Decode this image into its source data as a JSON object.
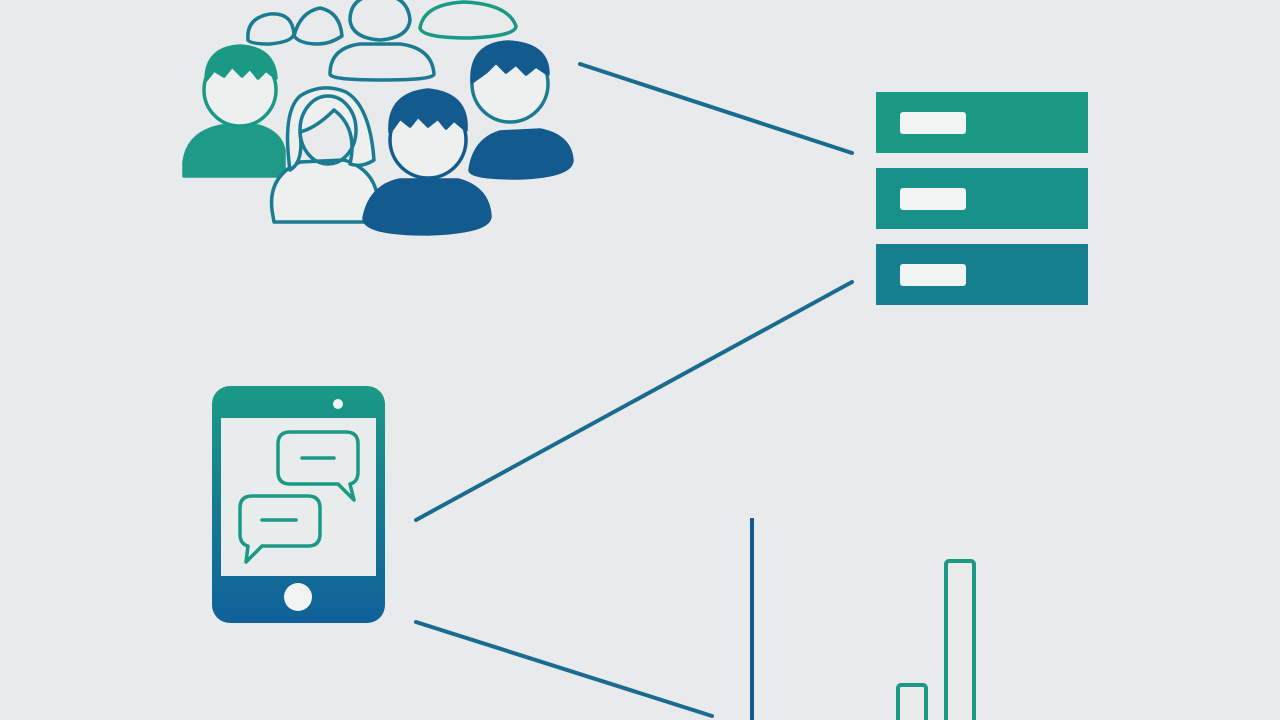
{
  "diagram": {
    "nodes": [
      {
        "id": "people",
        "icon": "people-group-icon"
      },
      {
        "id": "server",
        "icon": "server-stack-icon"
      },
      {
        "id": "phone",
        "icon": "smartphone-chat-icon"
      },
      {
        "id": "chart",
        "icon": "bar-chart-icon"
      }
    ],
    "edges": [
      {
        "from": "people",
        "to": "server"
      },
      {
        "from": "phone",
        "to": "server"
      },
      {
        "from": "phone",
        "to": "chart"
      }
    ]
  },
  "colors": {
    "background": "#e8eaeb",
    "teal": "#1a9a85",
    "teal_light": "#23a187",
    "blue": "#10609a",
    "deep_blue": "#135b8f",
    "line": "#1a6c8f",
    "white": "#f2f4f4"
  }
}
